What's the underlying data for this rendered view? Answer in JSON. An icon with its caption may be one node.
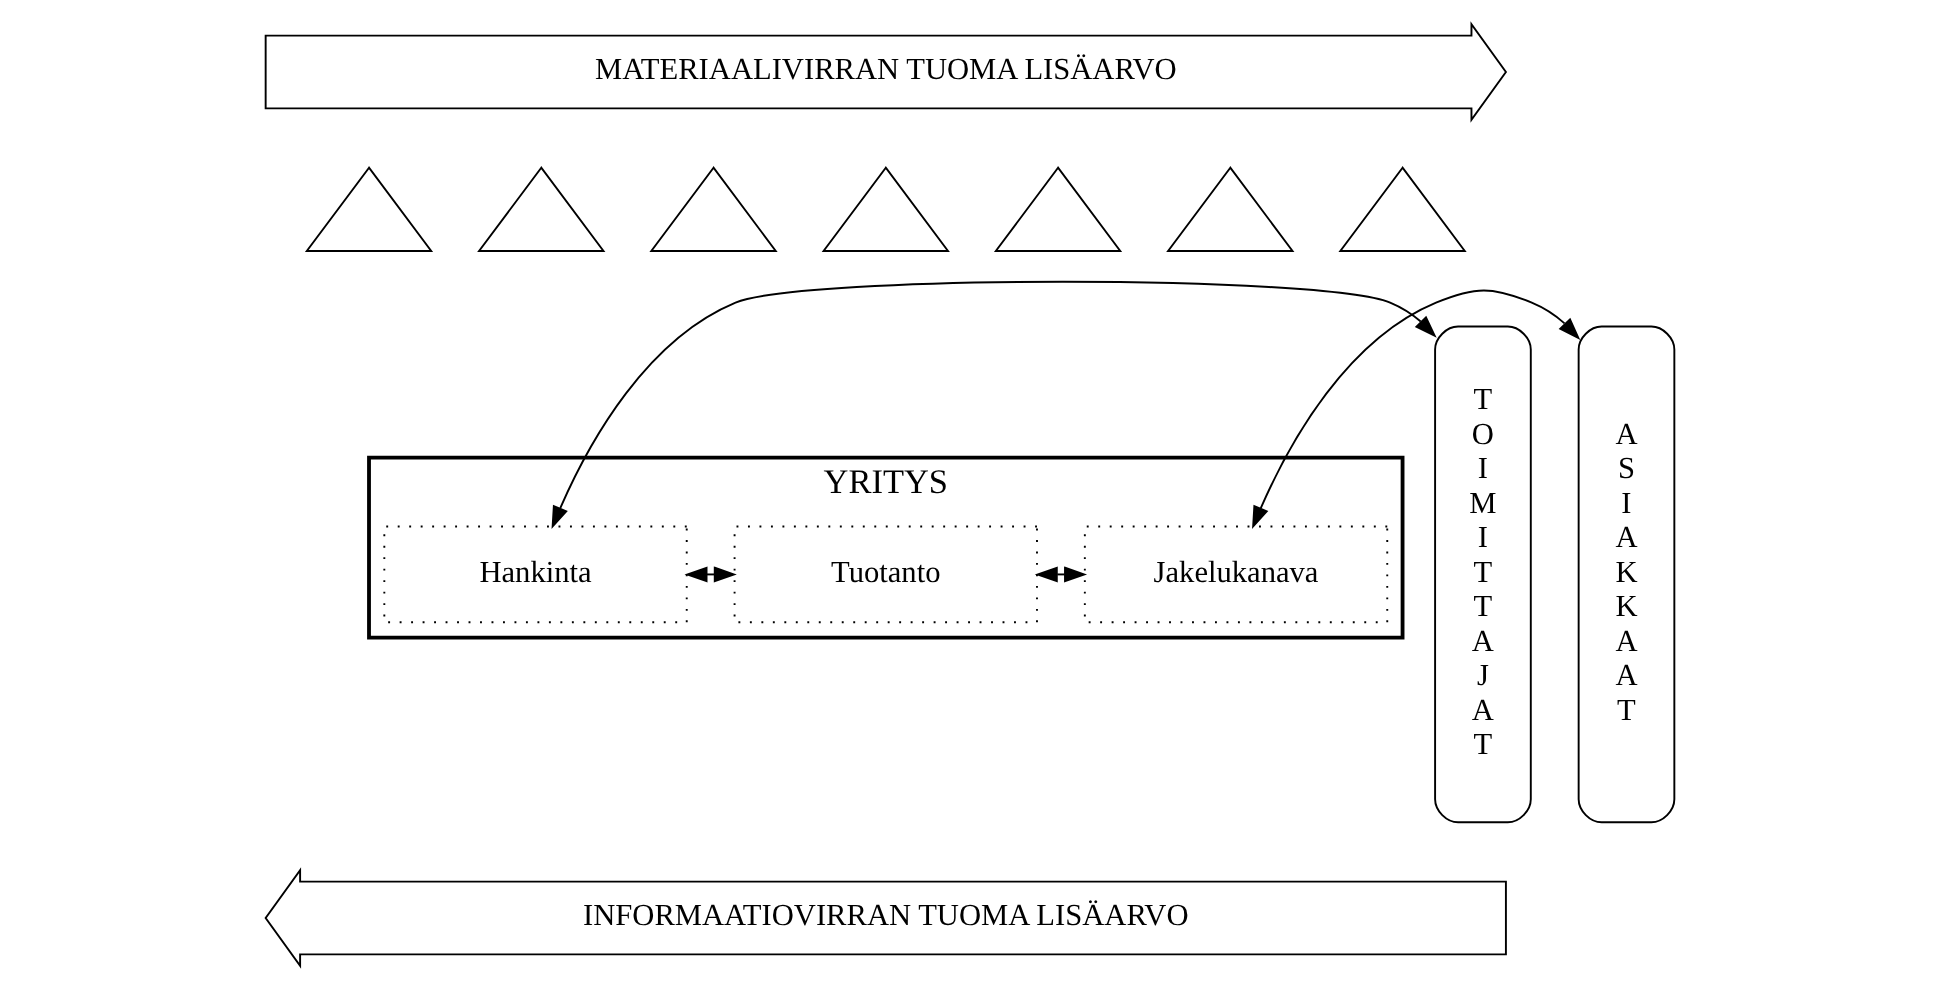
{
  "diagram": {
    "nodes": [
      {
        "text": [
          "TOIMITTAJAT"
        ]
      },
      {
        "text": [
          "ASIAKKAAT"
        ]
      },
      {
        "text": [
          "MATERIAALIVIRRAN TUOMA LISÄARVO"
        ]
      },
      {
        "text": [
          "YRITYS"
        ]
      },
      {
        "text": [
          "Hankinta"
        ],
        "in": 3
      },
      {
        "text": [
          "Tuotanto"
        ],
        "in": 3
      },
      {
        "text": [
          "Jakelukanava"
        ],
        "in": 3
      },
      {
        "text": [
          "INFORMAATIOVIRRAN TUOMA LISÄARVO"
        ]
      },
      {
        "text": [],
        "shape": "triangle"
      },
      {
        "text": [],
        "shape": "triangle"
      },
      {
        "text": [],
        "shape": "triangle"
      },
      {
        "text": [],
        "shape": "triangle"
      },
      {
        "text": [],
        "shape": "triangle"
      },
      {
        "text": [],
        "shape": "triangle"
      },
      {
        "text": [],
        "shape": "triangle"
      }
    ],
    "edges": [
      {
        "from": 0,
        "to": 4,
        "arrow": "both"
      },
      {
        "from": 4,
        "to": 5,
        "arrow": "both"
      },
      {
        "from": 5,
        "to": 6,
        "arrow": "both"
      },
      {
        "from": 6,
        "to": 1,
        "arrow": "both"
      }
    ]
  }
}
